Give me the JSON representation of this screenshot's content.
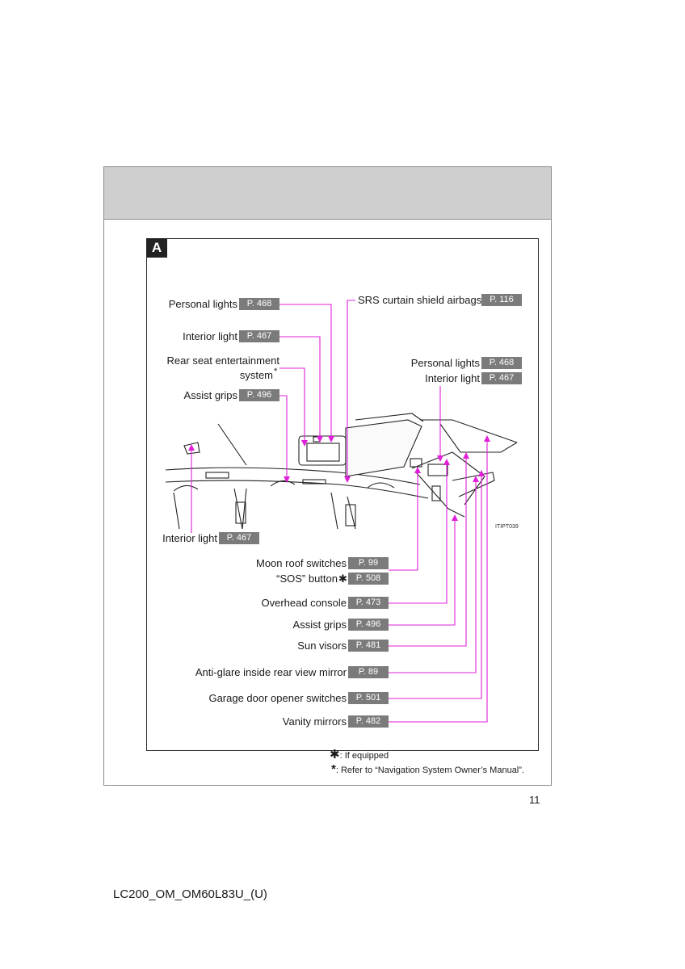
{
  "section": {
    "tab_label": "A",
    "figure_id": "ITIPT039"
  },
  "colors": {
    "leader_line": "#e020d8",
    "badge_bg": "#7b7b7b",
    "header_band": "#cfcfcf"
  },
  "labels_top_left": [
    {
      "label": "Personal lights",
      "page": "P. 468"
    },
    {
      "label": "Interior light",
      "page": "P. 467"
    },
    {
      "label_line1": "Rear seat entertainment",
      "label_line2": "system",
      "mark": "*"
    },
    {
      "label": "Assist grips",
      "page": "P. 496"
    }
  ],
  "labels_top_right": [
    {
      "label": "SRS curtain shield airbags",
      "page": "P. 116"
    },
    {
      "label": "Personal lights",
      "page": "P. 468"
    },
    {
      "label": "Interior light",
      "page": "P. 467"
    }
  ],
  "label_left_bottom": {
    "label": "Interior light",
    "page": "P. 467"
  },
  "labels_bottom": [
    {
      "label": "Moon roof switches",
      "page": "P. 99"
    },
    {
      "label": "“SOS” button",
      "mark": "✱",
      "page": "P. 508"
    },
    {
      "label": "Overhead console",
      "page": "P. 473"
    },
    {
      "label": "Assist grips",
      "page": "P. 496"
    },
    {
      "label": "Sun visors",
      "page": "P. 481"
    },
    {
      "label": "Anti-glare inside rear view mirror",
      "page": "P. 89"
    },
    {
      "label": "Garage door opener switches",
      "page": "P. 501"
    },
    {
      "label": "Vanity mirrors",
      "page": "P. 482"
    }
  ],
  "footnotes": [
    {
      "mark": "✱",
      "text": ": If equipped"
    },
    {
      "mark": "*",
      "text": ": Refer to “Navigation System Owner’s Manual”."
    }
  ],
  "page_number": "11",
  "doc_code": "LC200_OM_OM60L83U_(U)"
}
